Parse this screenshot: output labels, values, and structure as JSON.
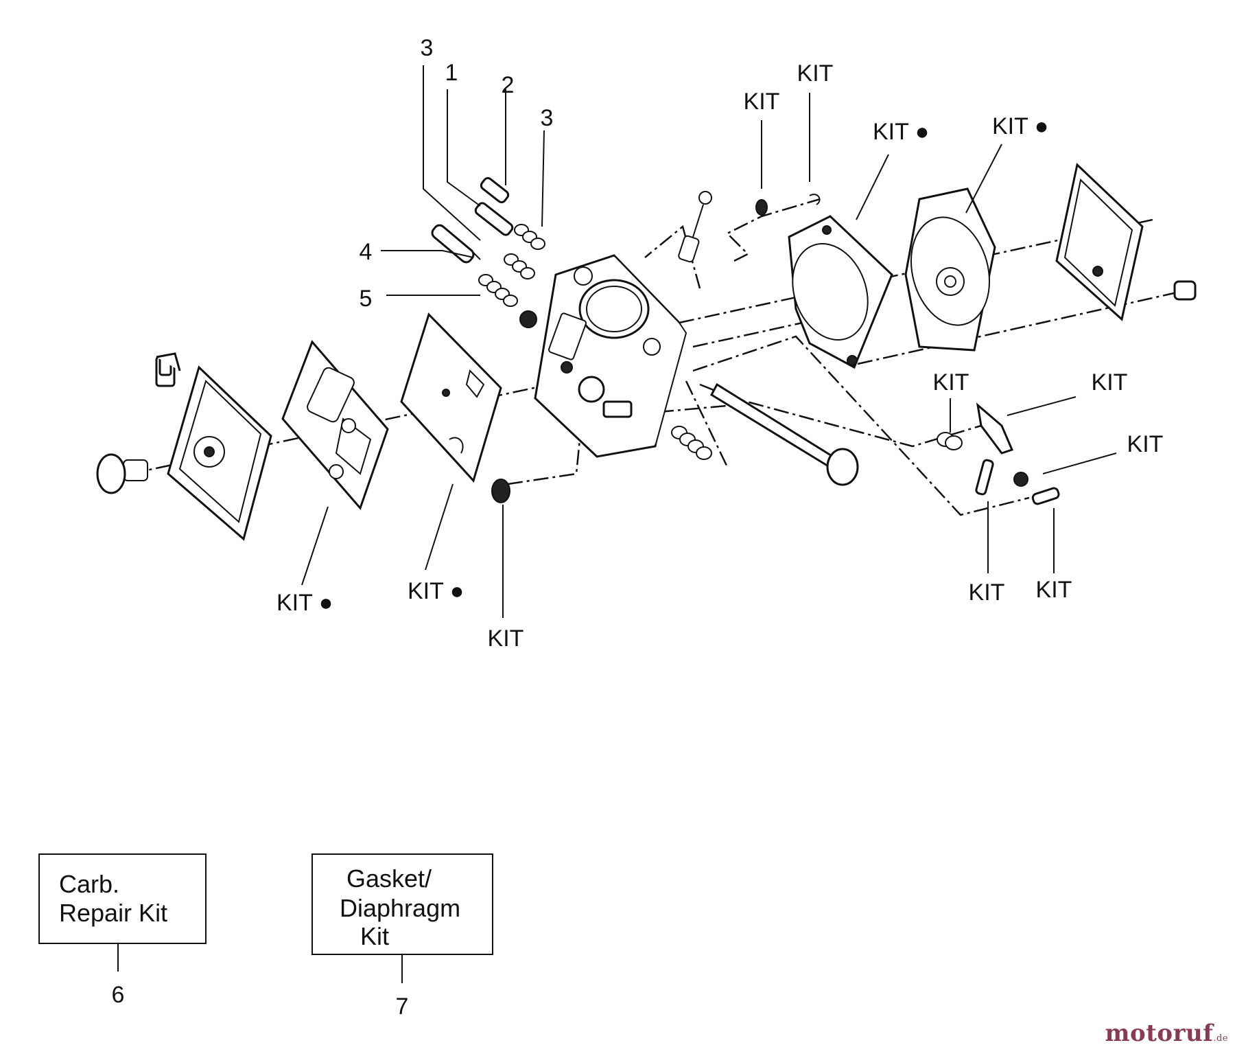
{
  "diagram": {
    "callouts": [
      {
        "id": "c-3a",
        "text": "3"
      },
      {
        "id": "c-1",
        "text": "1"
      },
      {
        "id": "c-2",
        "text": "2"
      },
      {
        "id": "c-3b",
        "text": "3"
      },
      {
        "id": "c-4",
        "text": "4"
      },
      {
        "id": "c-5",
        "text": "5"
      },
      {
        "id": "c-kit-1",
        "text": "KIT"
      },
      {
        "id": "c-kit-2",
        "text": "KIT"
      },
      {
        "id": "c-kit-3",
        "text": "KIT ●"
      },
      {
        "id": "c-kit-4",
        "text": "KIT ●"
      },
      {
        "id": "c-kit-5",
        "text": "KIT"
      },
      {
        "id": "c-kit-6",
        "text": "KIT"
      },
      {
        "id": "c-kit-7",
        "text": "KIT"
      },
      {
        "id": "c-kit-8",
        "text": "KIT"
      },
      {
        "id": "c-kit-9",
        "text": "KIT"
      },
      {
        "id": "c-kit-10",
        "text": "KIT ●"
      },
      {
        "id": "c-kit-11",
        "text": "KIT ●"
      },
      {
        "id": "c-kit-12",
        "text": "KIT"
      }
    ],
    "kit_boxes": [
      {
        "lines": [
          "Carb.",
          "Repair Kit"
        ],
        "number": "6"
      },
      {
        "lines": [
          "Gasket/",
          "Diaphragm",
          "Kit"
        ],
        "number": "7"
      }
    ]
  },
  "watermark": {
    "text": "motoruf",
    "suffix": ".de",
    "color": "#8a3a55"
  }
}
